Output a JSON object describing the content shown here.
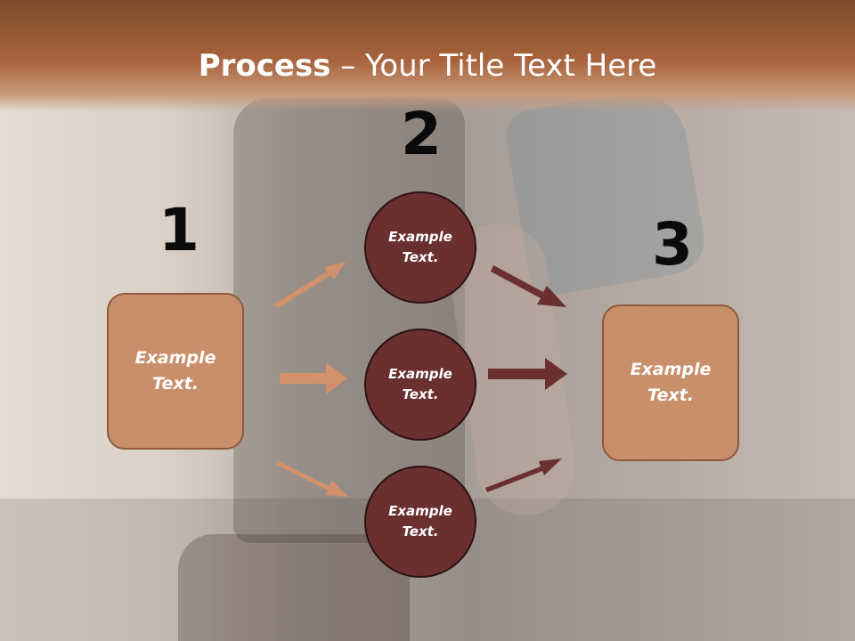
{
  "title": {
    "bold": "Process",
    "rest": " – Your Title Text Here"
  },
  "steps": {
    "one": {
      "number": "1",
      "text": "Example\nText."
    },
    "two": {
      "number": "2"
    },
    "three": {
      "number": "3",
      "text": "Example\nText."
    }
  },
  "circles": [
    {
      "text": "Example\nText."
    },
    {
      "text": "Example\nText."
    },
    {
      "text": "Example\nText."
    }
  ],
  "colors": {
    "header": "#a9643d",
    "box_fill": "#c98f6b",
    "circle_fill": "#6a2f2f",
    "arrow_left": "#d1916a",
    "arrow_right": "#6a2f2f"
  }
}
